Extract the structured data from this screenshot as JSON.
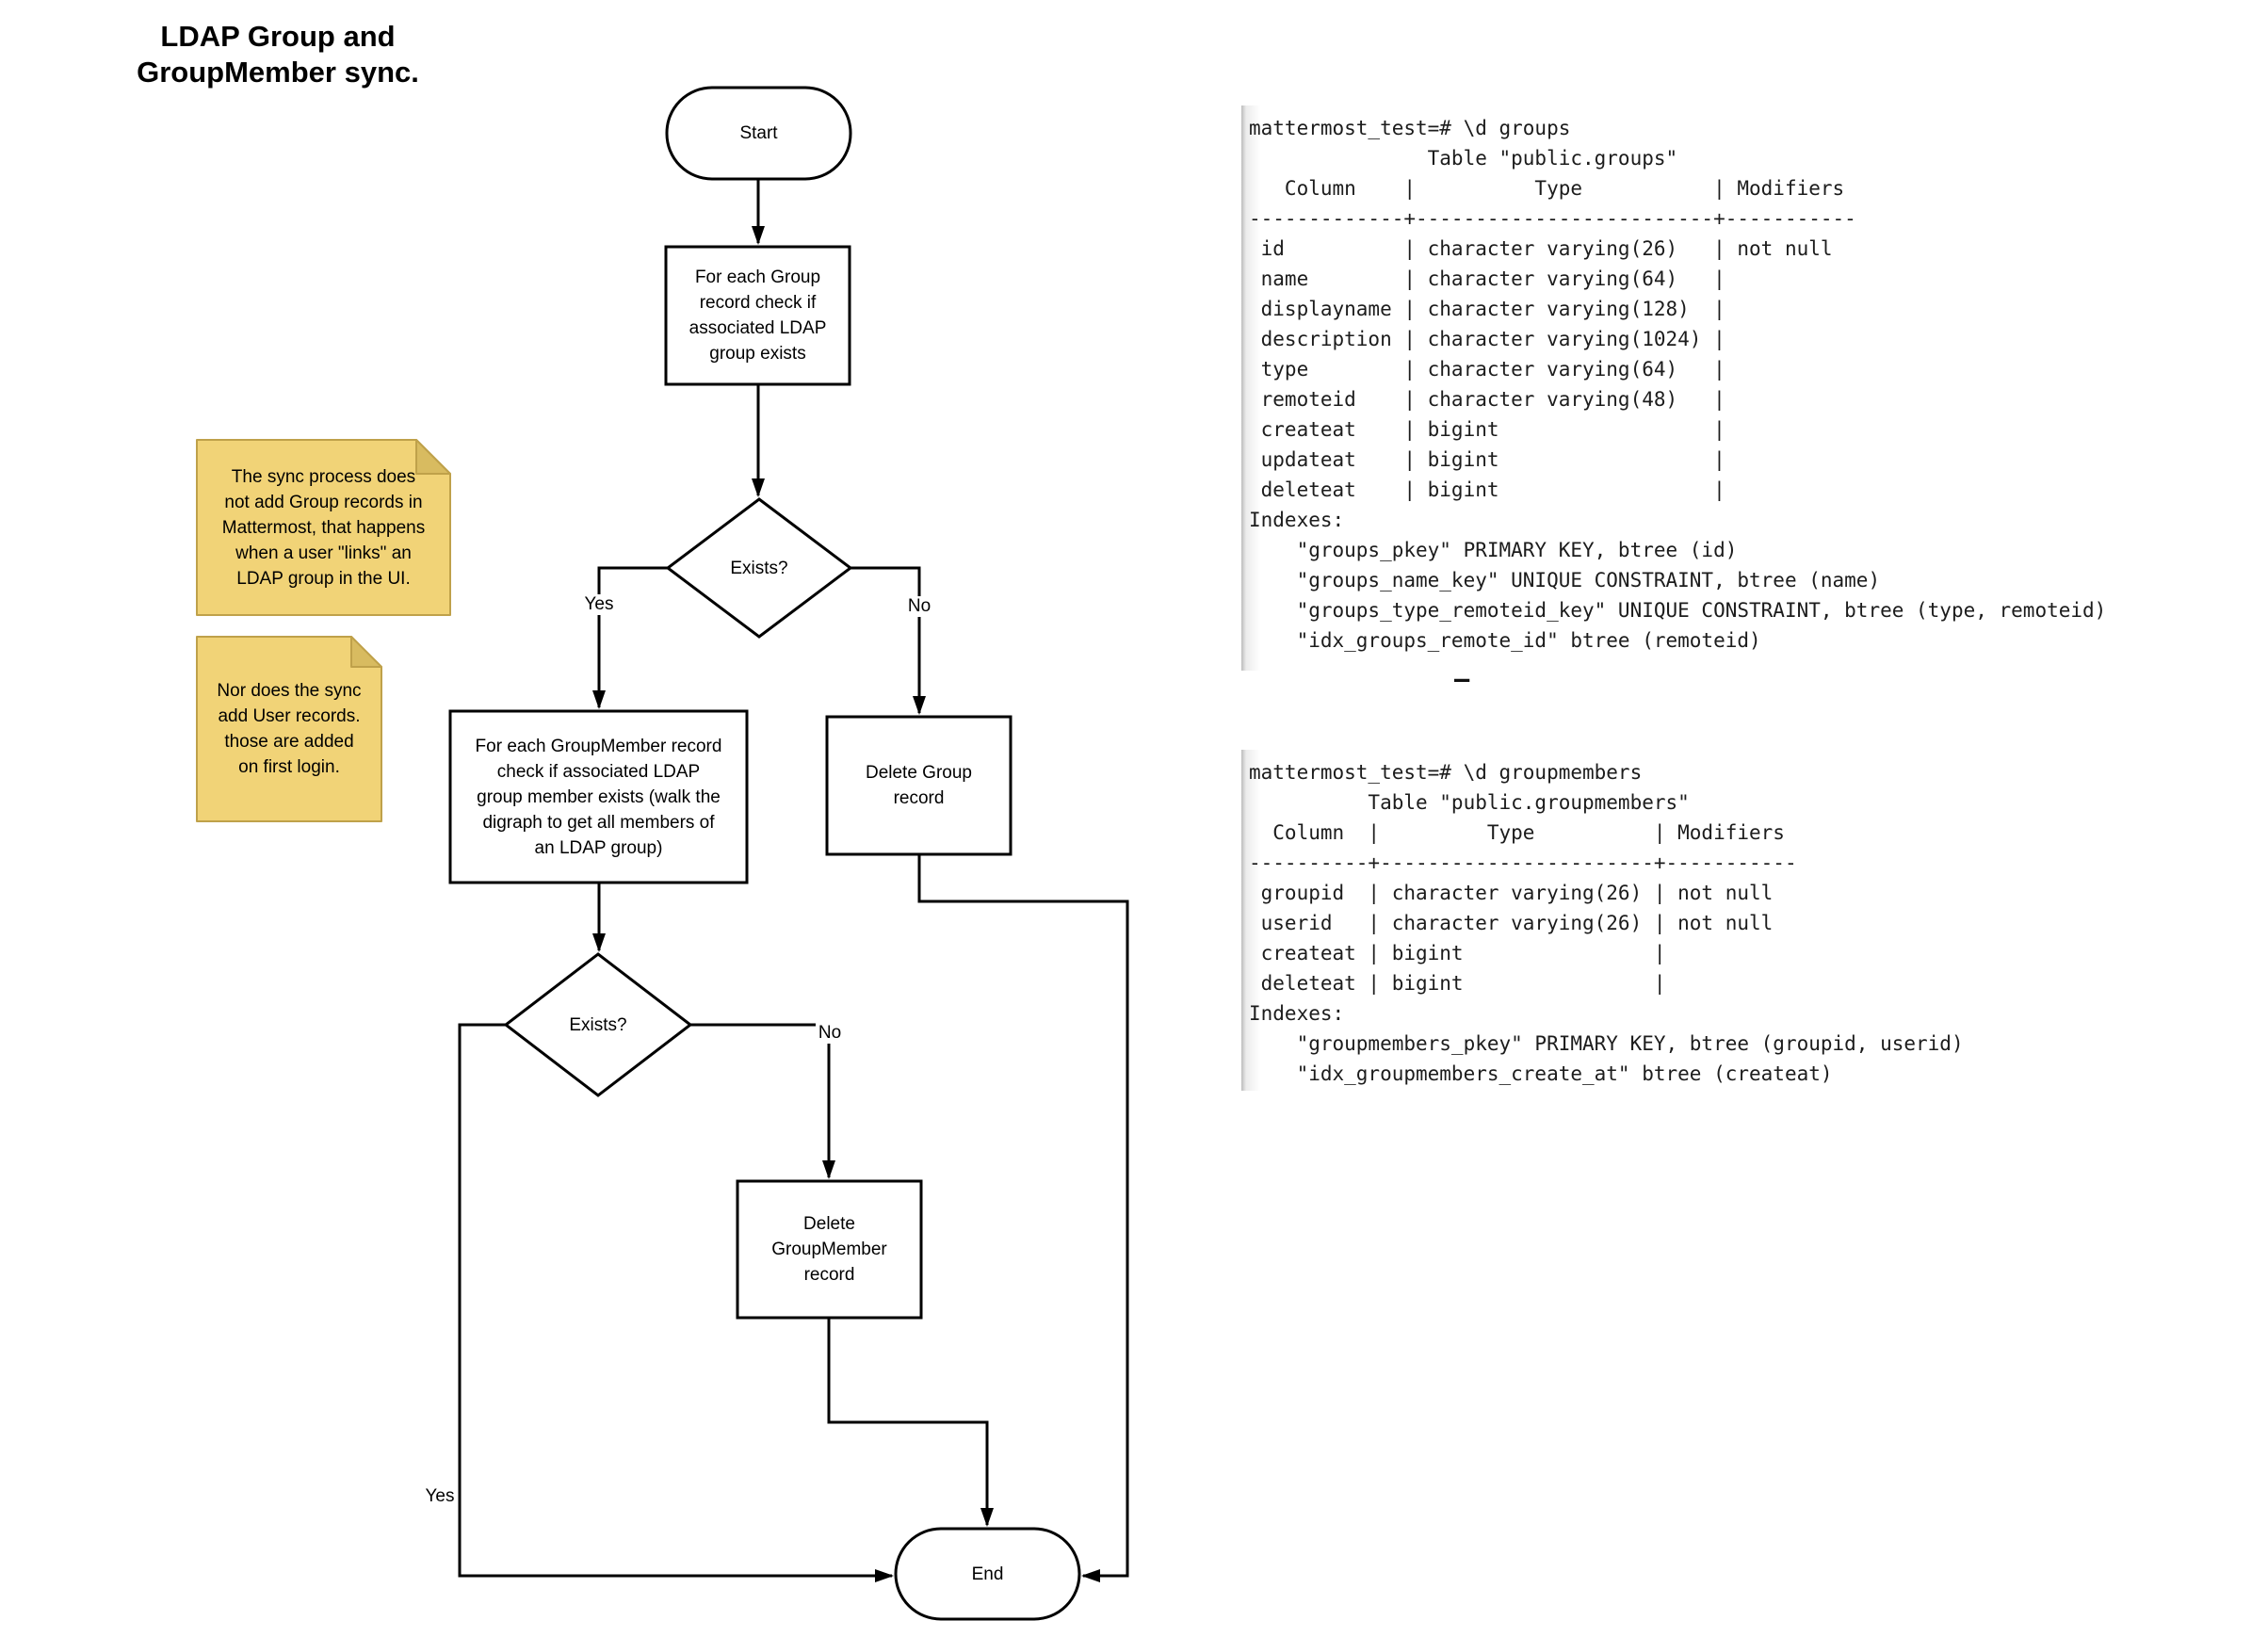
{
  "title": {
    "text": "LDAP Group and\nGroupMember sync."
  },
  "flowchart": {
    "nodes": {
      "start": {
        "label": "Start"
      },
      "check_group": {
        "label": "For each Group\nrecord check if\nassociated LDAP\ngroup exists"
      },
      "exists1": {
        "label": "Exists?"
      },
      "check_groupmember": {
        "label": "For each GroupMember record\ncheck if associated LDAP\ngroup member exists (walk the\ndigraph to get all members of\nan LDAP group)"
      },
      "delete_group": {
        "label": "Delete Group\nrecord"
      },
      "exists2": {
        "label": "Exists?"
      },
      "delete_groupmember": {
        "label": "Delete\nGroupMember\nrecord"
      },
      "end": {
        "label": "End"
      }
    },
    "edge_labels": {
      "yes1": "Yes",
      "no1": "No",
      "yes2": "Yes",
      "no2": "No"
    }
  },
  "notes": {
    "note1": "The sync process does\nnot add Group records in\nMattermost, that happens\nwhen a user \"links\" an\nLDAP group in the UI.",
    "note2": "Nor does the sync\nadd User records.\nthose are added\non first login."
  },
  "terminal_groups": {
    "lines": [
      "mattermost_test=# \\d groups",
      "               Table \"public.groups\"",
      "   Column    |          Type           | Modifiers",
      "-------------+-------------------------+-----------",
      " id          | character varying(26)   | not null",
      " name        | character varying(64)   |",
      " displayname | character varying(128)  |",
      " description | character varying(1024) |",
      " type        | character varying(64)   |",
      " remoteid    | character varying(48)   |",
      " createat    | bigint                  |",
      " updateat    | bigint                  |",
      " deleteat    | bigint                  |",
      "Indexes:",
      "    \"groups_pkey\" PRIMARY KEY, btree (id)",
      "    \"groups_name_key\" UNIQUE CONSTRAINT, btree (name)",
      "    \"groups_type_remoteid_key\" UNIQUE CONSTRAINT, btree (type, remoteid)",
      "    \"idx_groups_remote_id\" btree (remoteid)"
    ]
  },
  "separator_dash": "–",
  "terminal_groupmembers": {
    "lines": [
      "mattermost_test=# \\d groupmembers",
      "          Table \"public.groupmembers\"",
      "  Column  |         Type          | Modifiers",
      "----------+-----------------------+-----------",
      " groupid  | character varying(26) | not null",
      " userid   | character varying(26) | not null",
      " createat | bigint                |",
      " deleteat | bigint                |",
      "Indexes:",
      "    \"groupmembers_pkey\" PRIMARY KEY, btree (groupid, userid)",
      "    \"idx_groupmembers_create_at\" btree (createat)"
    ]
  },
  "colors": {
    "note_fill": "#F1D377",
    "note_fold": "#D8BB60",
    "note_border": "#BFA14A",
    "stroke": "#000000",
    "terminal_edge": "#BCBCBC"
  }
}
